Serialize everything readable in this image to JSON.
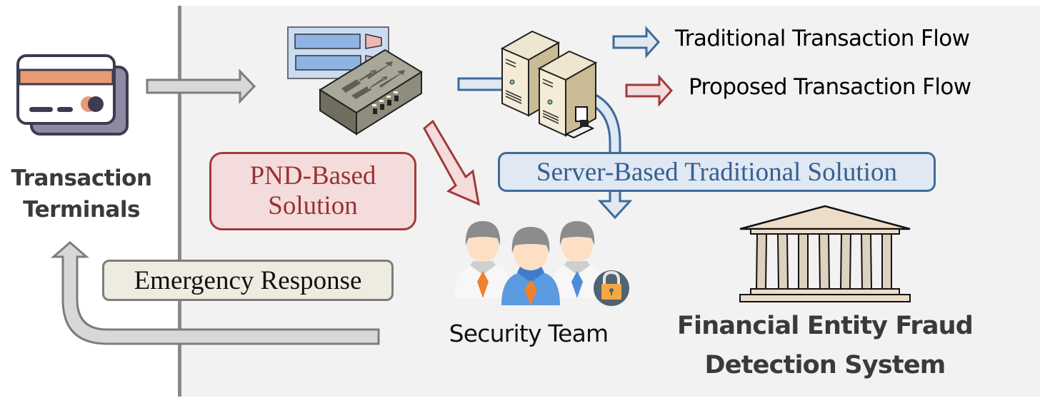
{
  "terminal": {
    "label_line1": "Transaction",
    "label_line2": "Terminals",
    "icon": "credit-card-icon"
  },
  "legend": {
    "items": [
      {
        "label": "Traditional Transaction Flow",
        "arrow_color": "#3f6a9c",
        "arrow_fill": "#dfe8f3"
      },
      {
        "label": "Proposed Transaction Flow",
        "arrow_color": "#a23a3a",
        "arrow_fill": "#f4dcdc"
      }
    ]
  },
  "pnd_solution": {
    "line1": "PND-Based",
    "line2": "Solution",
    "icon": "network-switch-icon"
  },
  "server_solution": {
    "label": "Server-Based Traditional Solution",
    "icon": "server-icon"
  },
  "security_team": {
    "label": "Security Team",
    "icon": "security-team-icon"
  },
  "financial_entity": {
    "label_line1": "Financial Entity Fraud",
    "label_line2": "Detection System",
    "icon": "bank-building-icon"
  },
  "emergency": {
    "label": "Emergency Response"
  },
  "colors": {
    "panel_bg": "#f2f2f2",
    "divider": "#8a8a8a",
    "traditional": "#3f6a9c",
    "proposed": "#a23a3a",
    "neutral_arrow": "#7d7d7d"
  }
}
